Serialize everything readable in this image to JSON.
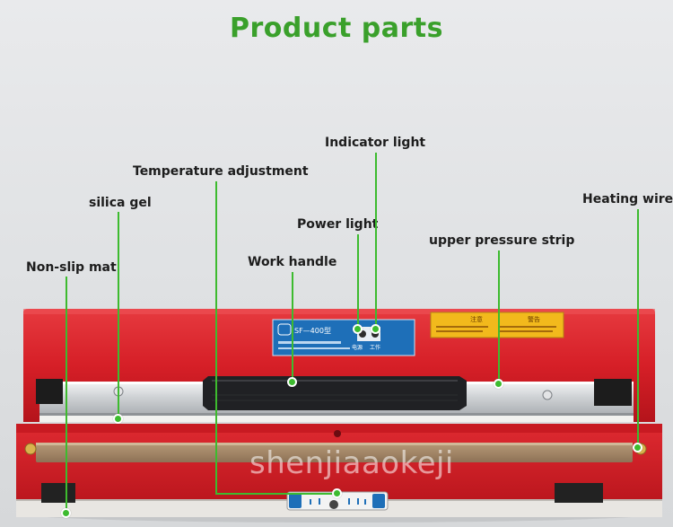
{
  "title": "Product parts",
  "labels": {
    "indicator_light": "Indicator light",
    "temperature_adjustment": "Temperature adjustment",
    "silica_gel": "silica gel",
    "heating_wire": "Heating wire",
    "power_light": "Power light",
    "upper_pressure_strip": "upper pressure strip",
    "non_slip_mat": "Non-slip mat",
    "work_handle": "Work handle"
  },
  "device": {
    "model_label": "SF—400型",
    "indicator_labels": [
      "电源",
      "工作"
    ],
    "warning_title_left": "注意",
    "warning_title_right": "警告"
  },
  "watermark": "shenjiaaokeji",
  "colors": {
    "accent_green": "#3dbb2f",
    "title_green": "#3aa02b",
    "body_red": "#d81f27",
    "plate_blue": "#1e6fb8",
    "warning_yellow": "#f2b91c"
  }
}
